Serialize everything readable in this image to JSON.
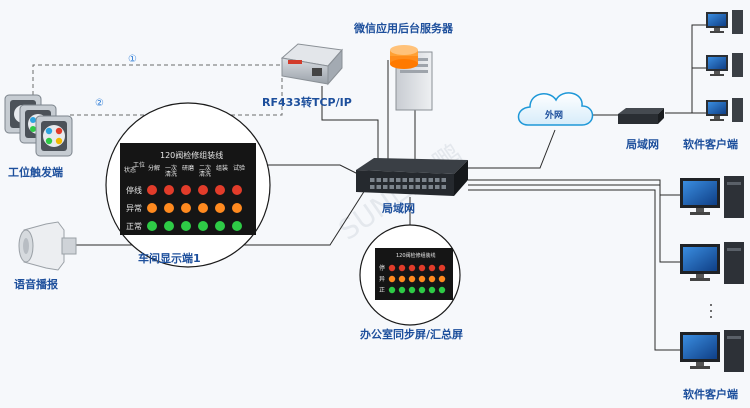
{
  "title_server": "微信应用后台服务器",
  "label_rf433": "RF433转TCP/IP",
  "label_trigger": "工位触发端",
  "label_voice": "语音播报",
  "label_workshop_display": "车间显示端1",
  "label_lan_switch": "局域网",
  "label_office_display": "办公室同步屏/汇总屏",
  "label_internet": "外网",
  "label_lan_right": "局域网",
  "label_client_top": "软件客户端",
  "label_client_bottom": "软件客户端",
  "marker_1": "①",
  "marker_2": "②",
  "board": {
    "title": "120阀检修组装线",
    "station_label": "工位",
    "status_header": "状态",
    "columns": [
      "分解",
      "一次\n清洗",
      "研磨",
      "二次\n清洗",
      "组装",
      "试验"
    ],
    "rows": [
      "停线",
      "异常",
      "正常"
    ]
  },
  "office_board": {
    "title": "120阀检修组装线",
    "rows": [
      "停",
      "异",
      "正"
    ]
  },
  "watermark": "SUN口讯鹏",
  "colors": {
    "line": "#2a2a2a",
    "dash": "#6b6b6b",
    "label": "#1d4f9c",
    "red": "#e23c2a",
    "orange": "#ff8a1f",
    "green": "#2ecb46",
    "cloud": "#1e98d8"
  }
}
